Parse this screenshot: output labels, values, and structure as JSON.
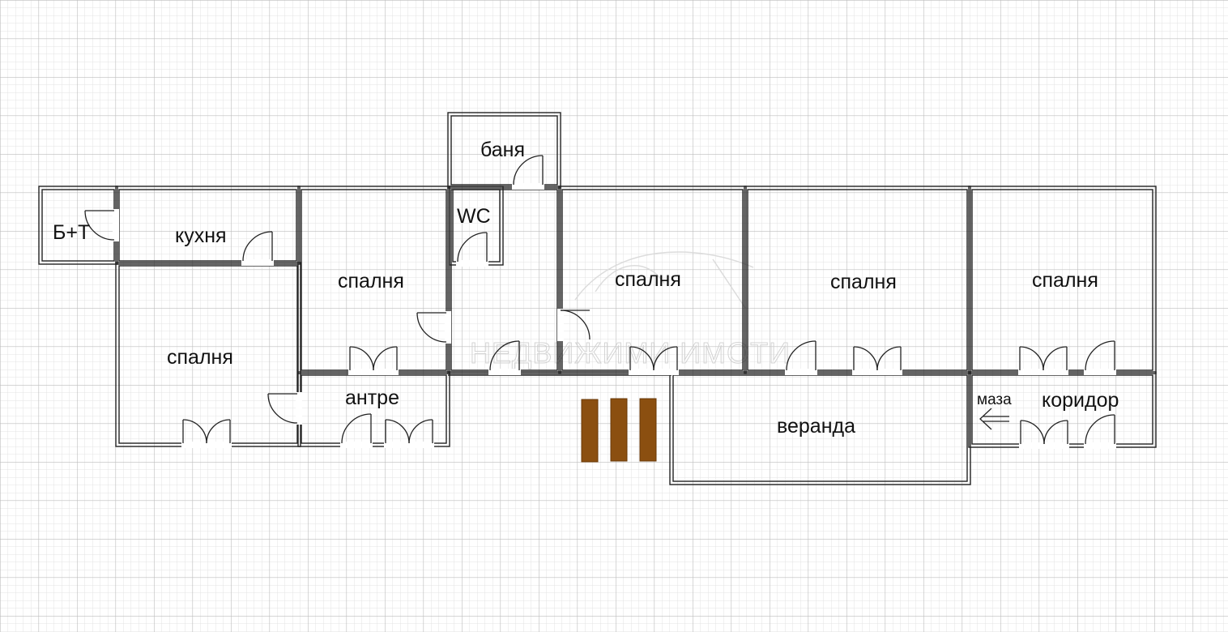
{
  "plan": {
    "rooms": {
      "bt": "Б+Т",
      "kitchen": "кухня",
      "bath": "баня",
      "wc": "WC",
      "bedroom_left": "спалня",
      "bedroom_upper": "спалня",
      "bedroom_center": "спалня",
      "bedroom_mid_right": "спалня",
      "bedroom_right": "спалня",
      "entrance": "антре",
      "veranda": "веранда",
      "corridor": "коридор",
      "table": "маза"
    },
    "watermark": {
      "line": "НЕДВИЖИМИ ИМОТИ"
    },
    "colors": {
      "grid_minor": "#e3e3e3",
      "grid_major": "#bdbdbd",
      "wall": "#222222",
      "steps": "#8b4f10"
    },
    "icons": {
      "arrow": "left-arrow-icon",
      "door": "door-swing-icon"
    }
  }
}
